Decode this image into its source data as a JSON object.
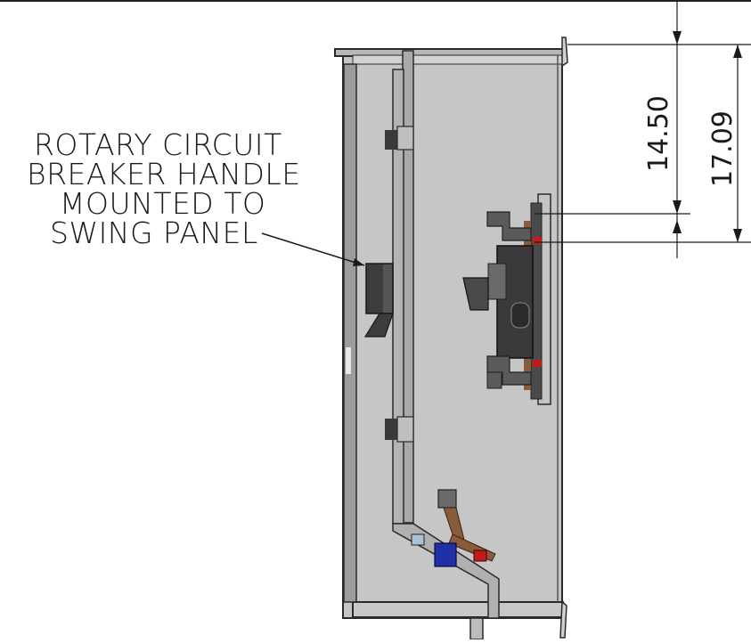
{
  "callout": {
    "line1": "ROTARY CIRCUIT",
    "line2": "BREAKER HANDLE",
    "line3": "MOUNTED TO",
    "line4": "SWING PANEL"
  },
  "dimensions": {
    "inner": "14.50",
    "outer": "17.09"
  },
  "colors": {
    "enclosure": "#c6c6c6",
    "outline": "#2a2a2a",
    "dark_part": "#3a3a3a",
    "copper": "#8a5a3c",
    "blue_block": "#1e2fa8",
    "red_block": "#c01a1a",
    "light_blue": "#a9c4d8"
  }
}
